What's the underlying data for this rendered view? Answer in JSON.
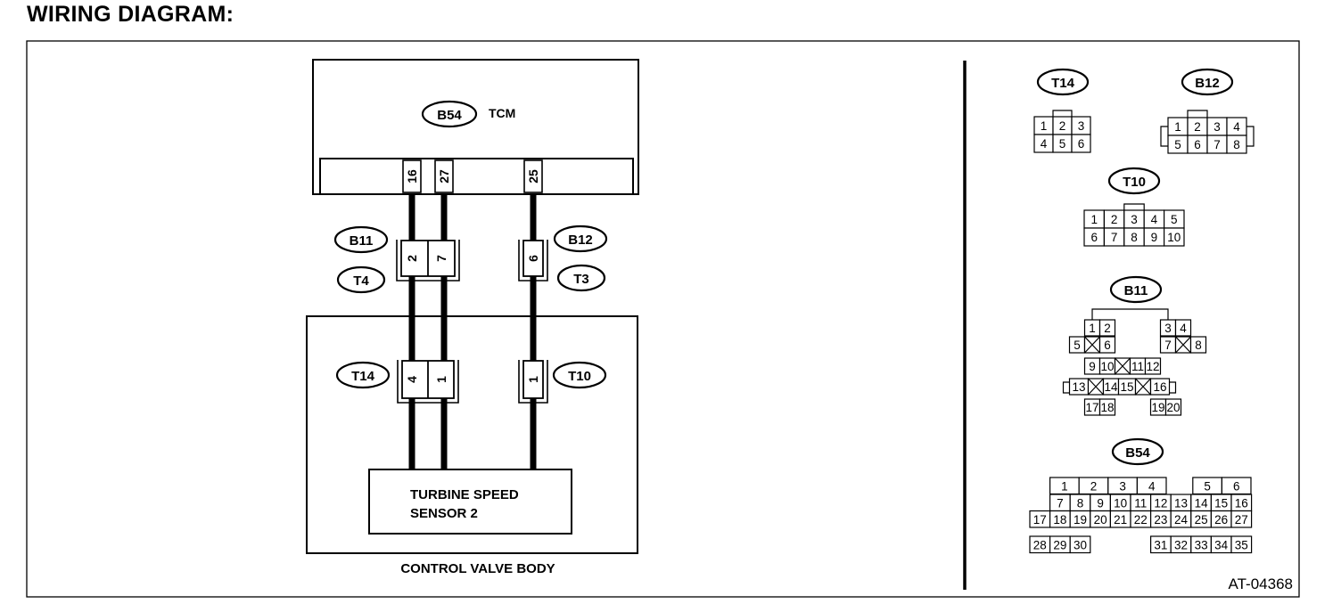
{
  "title": "WIRING DIAGRAM:",
  "figure_code": "AT-04368",
  "tcm": {
    "connector": "B54",
    "name": "TCM",
    "pins": [
      "16",
      "27",
      "25"
    ]
  },
  "harness_connectors": {
    "b11": {
      "label": "B11",
      "alt_label": "T4",
      "pins": [
        "2",
        "7"
      ]
    },
    "b12": {
      "label": "B12",
      "alt_label": "T3",
      "pins": [
        "6"
      ]
    }
  },
  "valve_body": {
    "caption": "CONTROL VALVE BODY",
    "t14": {
      "label": "T14",
      "pins": [
        "4",
        "1"
      ]
    },
    "t10": {
      "label": "T10",
      "pins": [
        "1"
      ]
    },
    "sensor_line1": "TURBINE SPEED",
    "sensor_line2": "SENSOR 2"
  },
  "connector_views": {
    "t14": {
      "label": "T14",
      "rows": [
        [
          "1",
          "2",
          "3"
        ],
        [
          "4",
          "5",
          "6"
        ]
      ]
    },
    "b12": {
      "label": "B12",
      "rows": [
        [
          "1",
          "2",
          "3",
          "4"
        ],
        [
          "5",
          "6",
          "7",
          "8"
        ]
      ]
    },
    "t10": {
      "label": "T10",
      "rows": [
        [
          "1",
          "2",
          "3",
          "4",
          "5"
        ],
        [
          "6",
          "7",
          "8",
          "9",
          "10"
        ]
      ]
    },
    "b11": {
      "label": "B11",
      "pins": [
        "1",
        "2",
        "3",
        "4",
        "5",
        "6",
        "7",
        "8",
        "9",
        "10",
        "11",
        "12",
        "13",
        "14",
        "15",
        "16",
        "17",
        "18",
        "19",
        "20"
      ]
    },
    "b54": {
      "label": "B54",
      "pins": [
        "1",
        "2",
        "3",
        "4",
        "5",
        "6",
        "7",
        "8",
        "9",
        "10",
        "11",
        "12",
        "13",
        "14",
        "15",
        "16",
        "17",
        "18",
        "19",
        "20",
        "21",
        "22",
        "23",
        "24",
        "25",
        "26",
        "27",
        "28",
        "29",
        "30",
        "31",
        "32",
        "33",
        "34",
        "35"
      ]
    }
  }
}
